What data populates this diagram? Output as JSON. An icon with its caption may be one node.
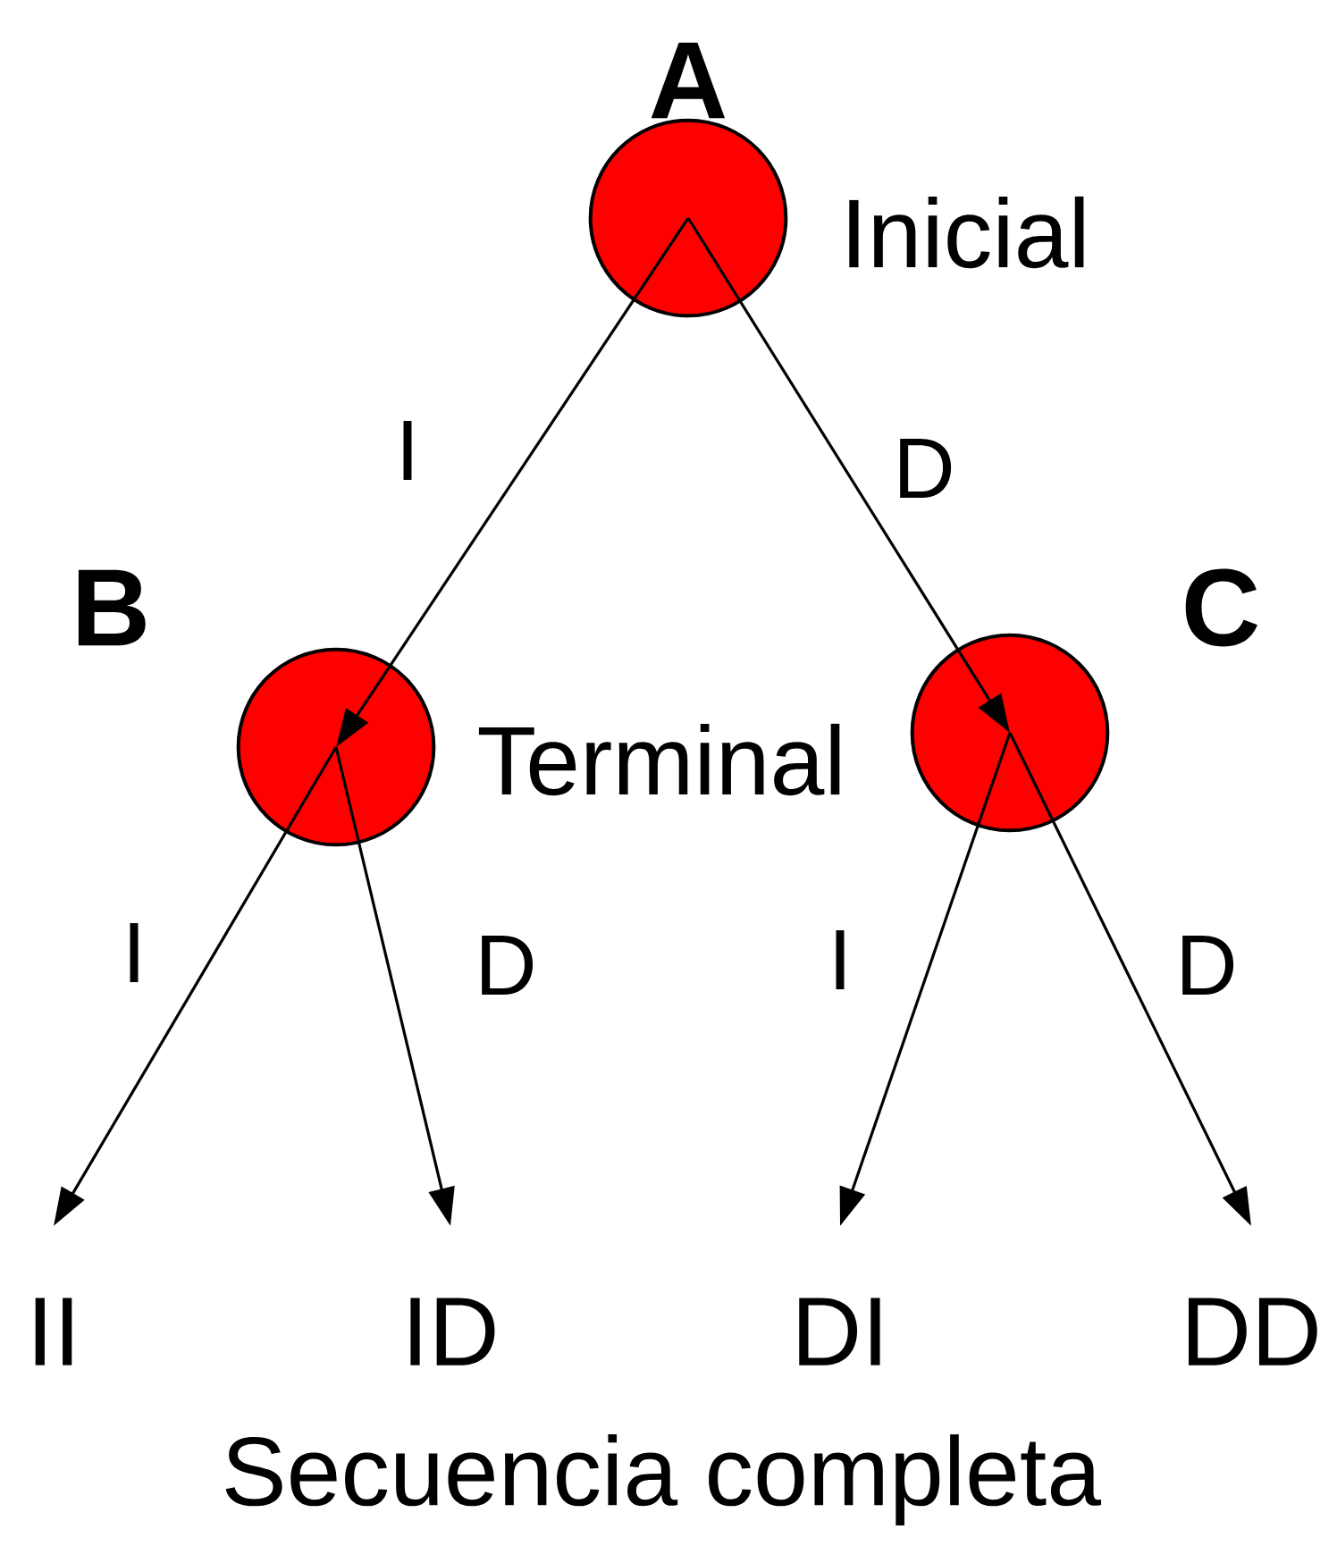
{
  "diagram": {
    "caption": "Secuencia completa",
    "nodes": [
      {
        "text": [
          "A"
        ],
        "beside": [
          "Inicial"
        ]
      },
      {
        "text": [
          "B"
        ],
        "beside": [
          "Terminal"
        ]
      },
      {
        "text": [
          "C"
        ]
      },
      {
        "text": [
          "II"
        ]
      },
      {
        "text": [
          "ID"
        ]
      },
      {
        "text": [
          "DI"
        ]
      },
      {
        "text": [
          "DD"
        ]
      }
    ],
    "edges": [
      {
        "from": 0,
        "to": 1,
        "arrow": "to",
        "label": "I"
      },
      {
        "from": 0,
        "to": 2,
        "arrow": "to",
        "label": "D"
      },
      {
        "from": 1,
        "to": 3,
        "arrow": "to",
        "label": "I"
      },
      {
        "from": 1,
        "to": 4,
        "arrow": "to",
        "label": "D"
      },
      {
        "from": 2,
        "to": 5,
        "arrow": "to",
        "label": "I"
      },
      {
        "from": 2,
        "to": 6,
        "arrow": "to",
        "label": "D"
      }
    ]
  }
}
